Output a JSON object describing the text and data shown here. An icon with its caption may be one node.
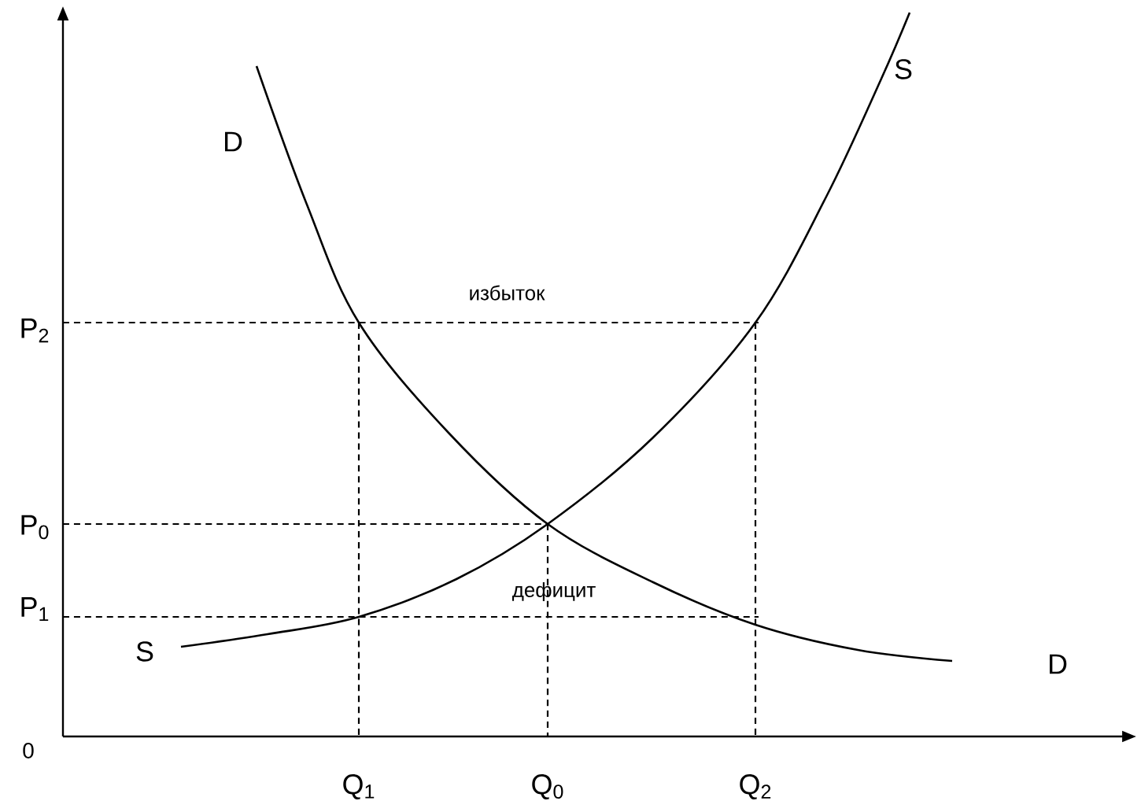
{
  "diagram": {
    "labels": [
      "D",
      "S",
      "избыток",
      "P$_{2}$",
      "P$_{0}$",
      "P$_{1}$",
      "дефицит",
      "S",
      "D",
      "0",
      "Q$_{1}$",
      "Q$_{0}$",
      "Q$_{2}$"
    ]
  }
}
